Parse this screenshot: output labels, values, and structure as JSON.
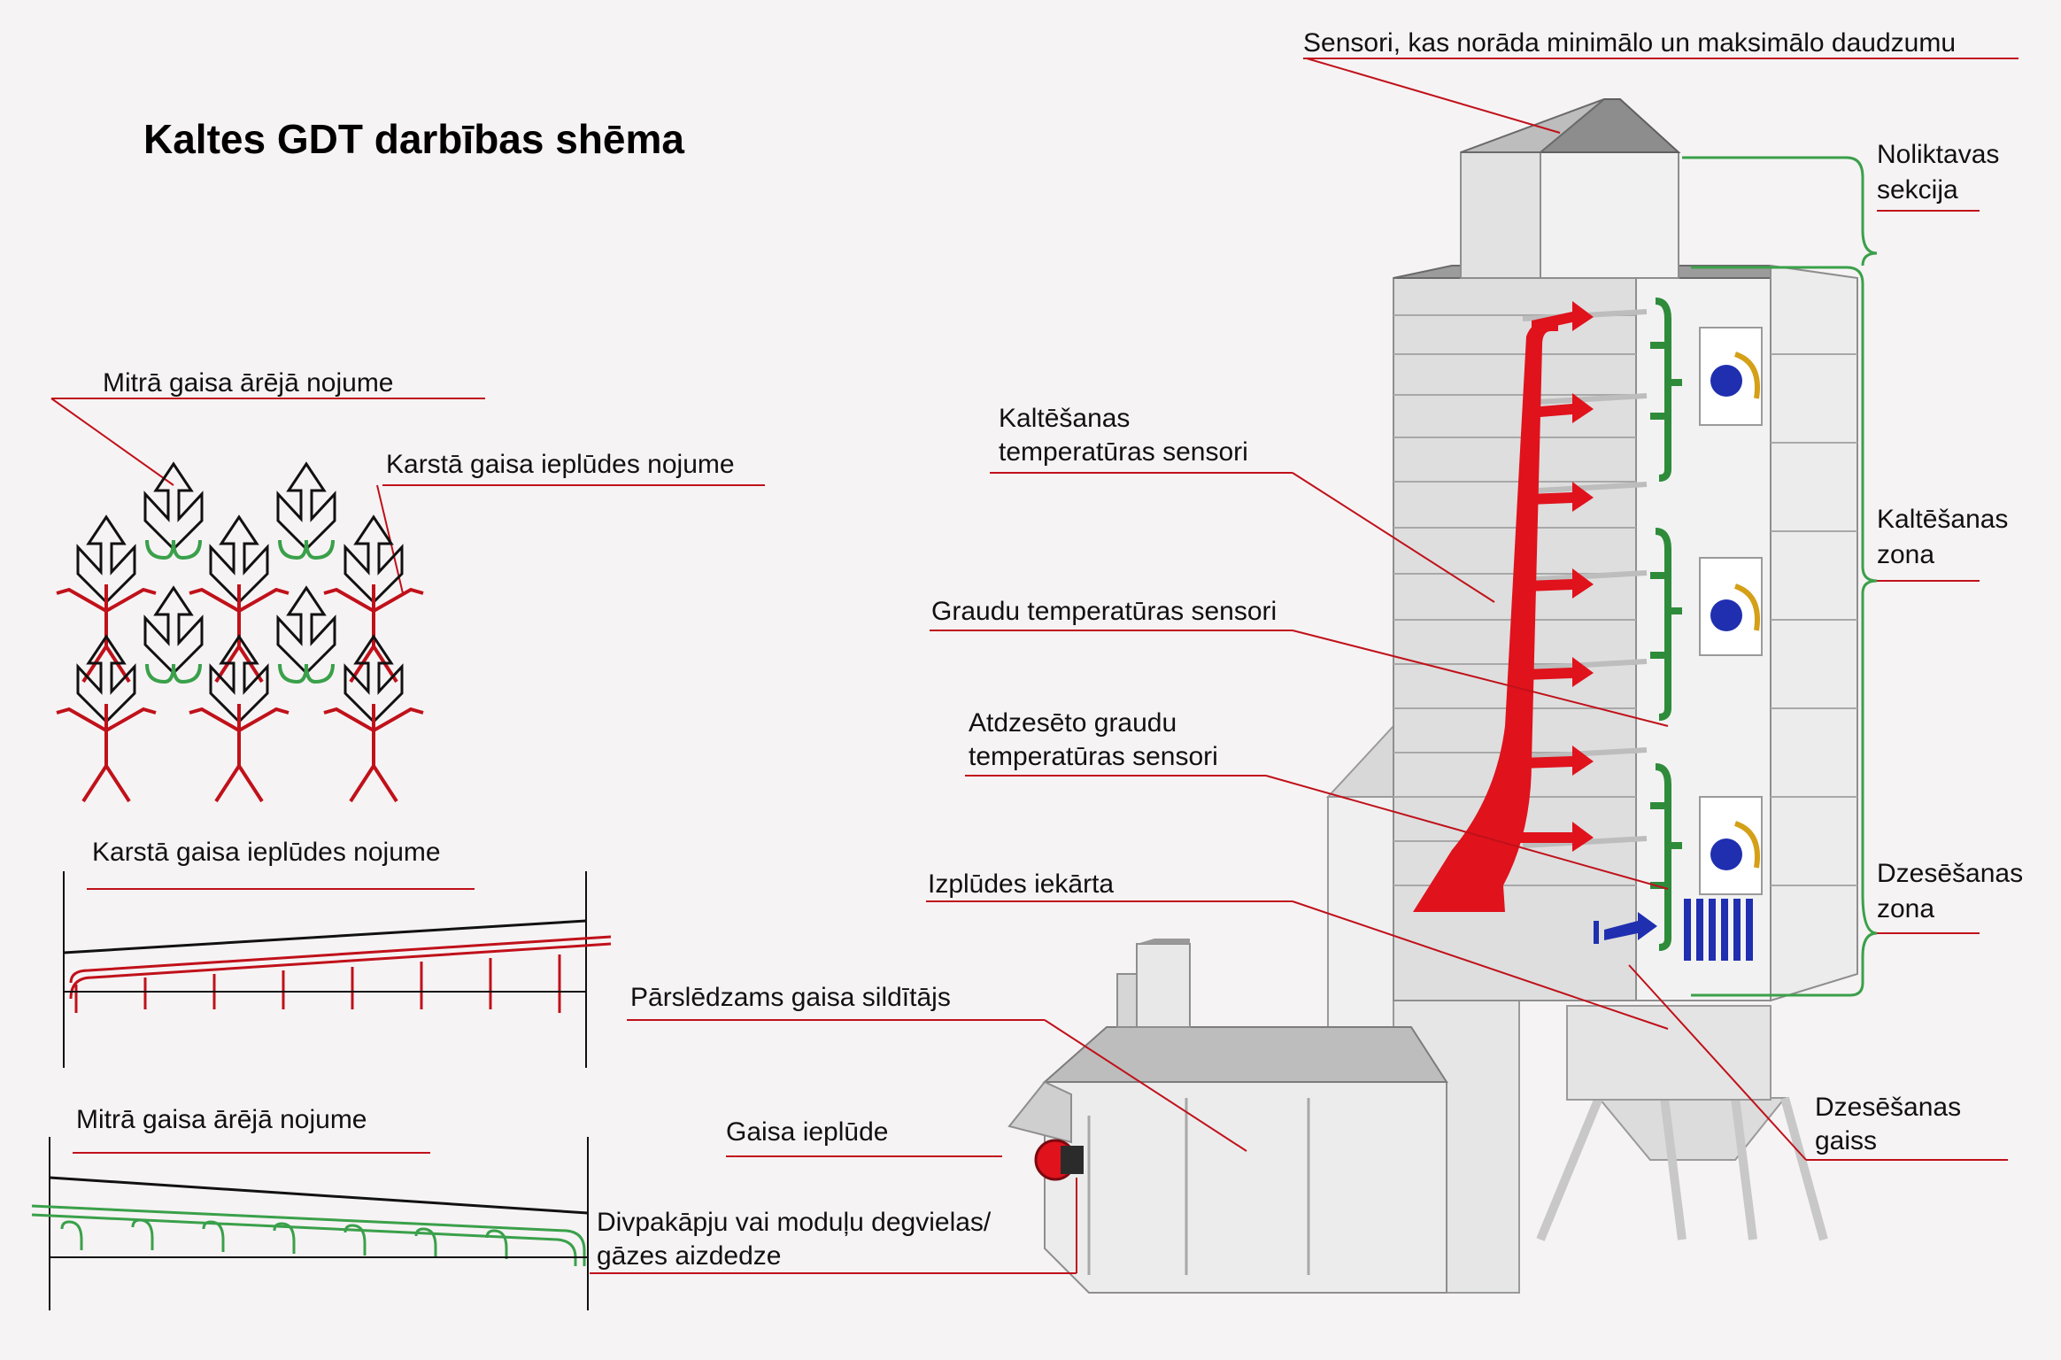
{
  "title": "Kaltes GDT darbības shēma",
  "colors": {
    "background": "#f6f3f4",
    "leader_line": "#c0111a",
    "hot_air": "#e0121c",
    "moist_air": "#2e8b3a",
    "building": "#d9d9d9",
    "cooling_air": "#1f2fb0"
  },
  "labels": {
    "sensors_min_max": "Sensori, kas norāda minimālo un maksimālo daudzumu",
    "storage_section_1": "Noliktavas",
    "storage_section_2": "sekcija",
    "drying_zone_1": "Kaltēšanas",
    "drying_zone_2": "zona",
    "cooling_zone_1": "Dzesēšanas",
    "cooling_zone_2": "zona",
    "cooling_air_1": "Dzesēšanas",
    "cooling_air_2": "gaiss",
    "drying_temp_sensors_1": "Kaltēšanas",
    "drying_temp_sensors_2": "temperatūras sensori",
    "grain_temp_sensors": "Graudu temperatūras sensori",
    "cooled_grain_sensors_1": "Atdzesēto graudu",
    "cooled_grain_sensors_2": "temperatūras sensori",
    "exhaust_unit": "Izplūdes iekārta",
    "switchable_heater": "Pārslēdzams gaisa sildītājs",
    "air_intake": "Gaisa ieplūde",
    "burner_1": "Divpakāpju vai moduļu degvielas/",
    "burner_2": "gāzes aizdedze",
    "moist_air_roof_top": "Mitrā gaisa ārējā nojume",
    "hot_air_roof_top": "Karstā gaisa ieplūdes nojume",
    "hot_air_roof_section": "Karstā gaisa ieplūdes nojume",
    "moist_air_roof_section": "Mitrā gaisa ārējā nojume"
  }
}
